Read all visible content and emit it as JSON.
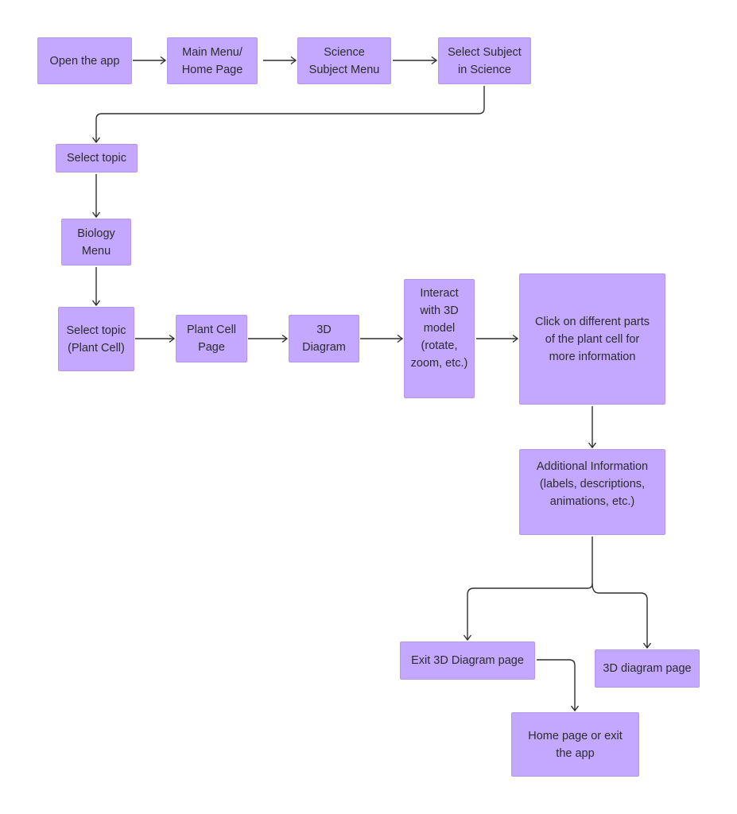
{
  "diagram": {
    "type": "flowchart",
    "colors": {
      "node_fill": "#c4a8ff",
      "node_border": "#b597f3",
      "text": "#2c2c2e",
      "connector": "#2f2f2f",
      "background": "#ffffff"
    },
    "nodes": [
      {
        "id": "open-app",
        "label": "Open the app"
      },
      {
        "id": "main-menu",
        "label": "Main Menu/\nHome Page"
      },
      {
        "id": "science-menu",
        "label": "Science\nSubject Menu"
      },
      {
        "id": "select-subject",
        "label": "Select Subject\nin Science"
      },
      {
        "id": "select-topic",
        "label": "Select topic"
      },
      {
        "id": "biology-menu",
        "label": "Biology\nMenu"
      },
      {
        "id": "select-plant-cell",
        "label": "Select topic\n(Plant Cell)"
      },
      {
        "id": "plant-cell-page",
        "label": "Plant Cell\nPage"
      },
      {
        "id": "3d-diagram",
        "label": "3D\nDiagram"
      },
      {
        "id": "interact-model",
        "label": "Interact\nwith 3D\nmodel\n(rotate,\nzoom, etc.)"
      },
      {
        "id": "click-parts",
        "label": "Click on different parts\nof the plant cell for\nmore information"
      },
      {
        "id": "additional-info",
        "label": "Additional Information\n(labels, descriptions,\nanimations, etc.)"
      },
      {
        "id": "exit-3d",
        "label": "Exit 3D Diagram page"
      },
      {
        "id": "3d-diagram-page",
        "label": "3D diagram page"
      },
      {
        "id": "home-or-exit",
        "label": "Home page or exit\nthe app"
      }
    ],
    "edges": [
      {
        "from": "open-app",
        "to": "main-menu"
      },
      {
        "from": "main-menu",
        "to": "science-menu"
      },
      {
        "from": "science-menu",
        "to": "select-subject"
      },
      {
        "from": "select-subject",
        "to": "select-topic"
      },
      {
        "from": "select-topic",
        "to": "biology-menu"
      },
      {
        "from": "biology-menu",
        "to": "select-plant-cell"
      },
      {
        "from": "select-plant-cell",
        "to": "plant-cell-page"
      },
      {
        "from": "plant-cell-page",
        "to": "3d-diagram"
      },
      {
        "from": "3d-diagram",
        "to": "interact-model"
      },
      {
        "from": "interact-model",
        "to": "click-parts"
      },
      {
        "from": "click-parts",
        "to": "additional-info"
      },
      {
        "from": "additional-info",
        "to": "exit-3d"
      },
      {
        "from": "additional-info",
        "to": "3d-diagram-page"
      },
      {
        "from": "exit-3d",
        "to": "home-or-exit"
      }
    ]
  }
}
